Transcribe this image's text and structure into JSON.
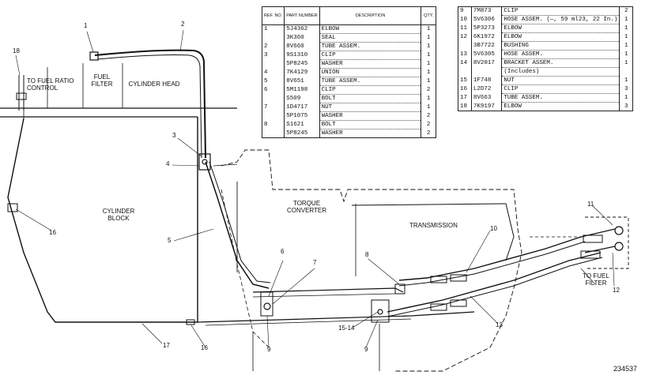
{
  "diagram": {
    "drawing_number": "234537",
    "labels": {
      "to_fuel_ratio_control": "TO FUEL RATIO CONTROL",
      "fuel_filter": "FUEL FILTER",
      "cylinder_head": "CYLINDER HEAD",
      "cylinder_block": "CYLINDER BLOCK",
      "torque_converter": "TORQUE CONVERTER",
      "transmission": "TRANSMISSION",
      "to_fuel_filter": "TO FUEL FILTER"
    },
    "callouts": [
      "1",
      "2",
      "3",
      "4",
      "5",
      "6",
      "7",
      "8",
      "9",
      "9",
      "10",
      "11",
      "12",
      "13",
      "15-14",
      "16",
      "16",
      "17",
      "18"
    ]
  },
  "parts_table_left": {
    "headers": {
      "ref": "REF. NO.",
      "part": "PART NUMBER",
      "desc": "DESCRIPTION",
      "qty": "QTY."
    },
    "rows": [
      {
        "ref": "1",
        "part": "5J4362",
        "desc": "ELBOW",
        "qty": "1"
      },
      {
        "ref": "",
        "part": "3K360",
        "desc": "SEAL",
        "qty": "1"
      },
      {
        "ref": "2",
        "part": "8V660",
        "desc": "TUBE ASSEM.",
        "qty": "1"
      },
      {
        "ref": "3",
        "part": "9S1310",
        "desc": "CLIP",
        "qty": "1"
      },
      {
        "ref": "",
        "part": "5P8245",
        "desc": "WASHER",
        "qty": "1"
      },
      {
        "ref": "4",
        "part": "7K4129",
        "desc": "UNION",
        "qty": "1"
      },
      {
        "ref": "5",
        "part": "8V651",
        "desc": "TUBE ASSEM.",
        "qty": "1"
      },
      {
        "ref": "6",
        "part": "5M1198",
        "desc": "CLIP",
        "qty": "2"
      },
      {
        "ref": "",
        "part": "S509",
        "desc": "BOLT",
        "qty": "1"
      },
      {
        "ref": "7",
        "part": "1D4717",
        "desc": "NUT",
        "qty": "1"
      },
      {
        "ref": "",
        "part": "5P1075",
        "desc": "WASHER",
        "qty": "2"
      },
      {
        "ref": "8",
        "part": "S1621",
        "desc": "BOLT",
        "qty": "2"
      },
      {
        "ref": "",
        "part": "5P8245",
        "desc": "WASHER",
        "qty": "2"
      }
    ]
  },
  "parts_table_right": {
    "rows": [
      {
        "ref": "9",
        "part": "7M873",
        "desc": "CLIP",
        "qty": "2"
      },
      {
        "ref": "10",
        "part": "5V6306",
        "desc": "HOSE ASSEM. (—, 59 ml23, 22 In.)",
        "qty": "1"
      },
      {
        "ref": "11",
        "part": "5P3273",
        "desc": "ELBOW",
        "qty": "1"
      },
      {
        "ref": "12",
        "part": "6K1972",
        "desc": "ELBOW",
        "qty": "1"
      },
      {
        "ref": "",
        "part": "3B7722",
        "desc": "BUSHING",
        "qty": "1"
      },
      {
        "ref": "13",
        "part": "5V6305",
        "desc": "HOSE ASSEM.",
        "qty": "1"
      },
      {
        "ref": "14",
        "part": "8V2017",
        "desc": "BRACKET ASSEM.",
        "qty": "1"
      },
      {
        "ref": "",
        "part": "",
        "desc": "(Includes)",
        "qty": ""
      },
      {
        "ref": "15",
        "part": "1F748",
        "desc": "NUT",
        "qty": "1"
      },
      {
        "ref": "16",
        "part": "L2D72",
        "desc": "CLIP",
        "qty": "3"
      },
      {
        "ref": "17",
        "part": "8V663",
        "desc": "TUBE ASSEM.",
        "qty": "1"
      },
      {
        "ref": "18",
        "part": "7K9197",
        "desc": "ELBOW",
        "qty": "3"
      }
    ]
  }
}
